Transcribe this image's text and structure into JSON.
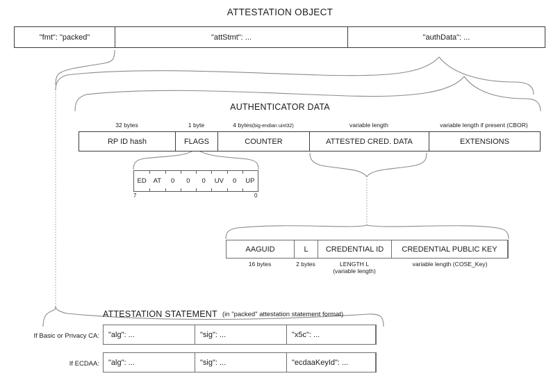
{
  "diagram": {
    "title": "ATTESTATION OBJECT",
    "attestation_object": {
      "cells": [
        {
          "label": "\"fmt\": \"packed\""
        },
        {
          "label": "\"attStmt\": ..."
        },
        {
          "label": "\"authData\": ..."
        }
      ]
    },
    "authenticator_data": {
      "title": "AUTHENTICATOR DATA",
      "annotations": [
        {
          "text": "32 bytes",
          "small": ""
        },
        {
          "text": "1 byte",
          "small": ""
        },
        {
          "text": "4 bytes",
          "small": "(big-endian uint32)"
        },
        {
          "text": "variable length",
          "small": ""
        },
        {
          "text": "variable length if present (CBOR)",
          "small": ""
        }
      ],
      "cells": [
        {
          "label": "RP ID hash"
        },
        {
          "label": "FLAGS"
        },
        {
          "label": "COUNTER"
        },
        {
          "label": "ATTESTED CRED. DATA"
        },
        {
          "label": "EXTENSIONS"
        }
      ]
    },
    "flags": {
      "bits": [
        {
          "label": "ED"
        },
        {
          "label": "AT"
        },
        {
          "label": "0"
        },
        {
          "label": "0"
        },
        {
          "label": "0"
        },
        {
          "label": "UV"
        },
        {
          "label": "0"
        },
        {
          "label": "UP"
        }
      ],
      "msb_label": "7",
      "lsb_label": "0"
    },
    "attested_credential_data": {
      "cells": [
        {
          "label": "AAGUID"
        },
        {
          "label": "L"
        },
        {
          "label": "CREDENTIAL ID"
        },
        {
          "label": "CREDENTIAL PUBLIC KEY"
        }
      ],
      "annotations": [
        {
          "line1": "16 bytes",
          "line2": ""
        },
        {
          "line1": "2 bytes",
          "line2": ""
        },
        {
          "line1": "LENGTH L",
          "line2": "(variable length)"
        },
        {
          "line1": "variable length (COSE_Key)",
          "line2": ""
        }
      ]
    },
    "attestation_statement": {
      "title": "ATTESTATION STATEMENT",
      "format_note": "(in \"packed\" attestation statement format)",
      "rows": [
        {
          "side_label": "If Basic or Privacy CA:",
          "cells": [
            {
              "label": "\"alg\": ..."
            },
            {
              "label": "\"sig\": ..."
            },
            {
              "label": "\"x5c\": ..."
            }
          ]
        },
        {
          "side_label": "If ECDAA:",
          "cells": [
            {
              "label": "\"alg\": ..."
            },
            {
              "label": "\"sig\": ..."
            },
            {
              "label": "\"ecdaaKeyId\": ..."
            }
          ]
        }
      ]
    },
    "colors": {
      "box_border": "#3b3b3b",
      "brace": "#8a8a8a",
      "text": "#1a1a1a",
      "background": "#ffffff"
    }
  }
}
